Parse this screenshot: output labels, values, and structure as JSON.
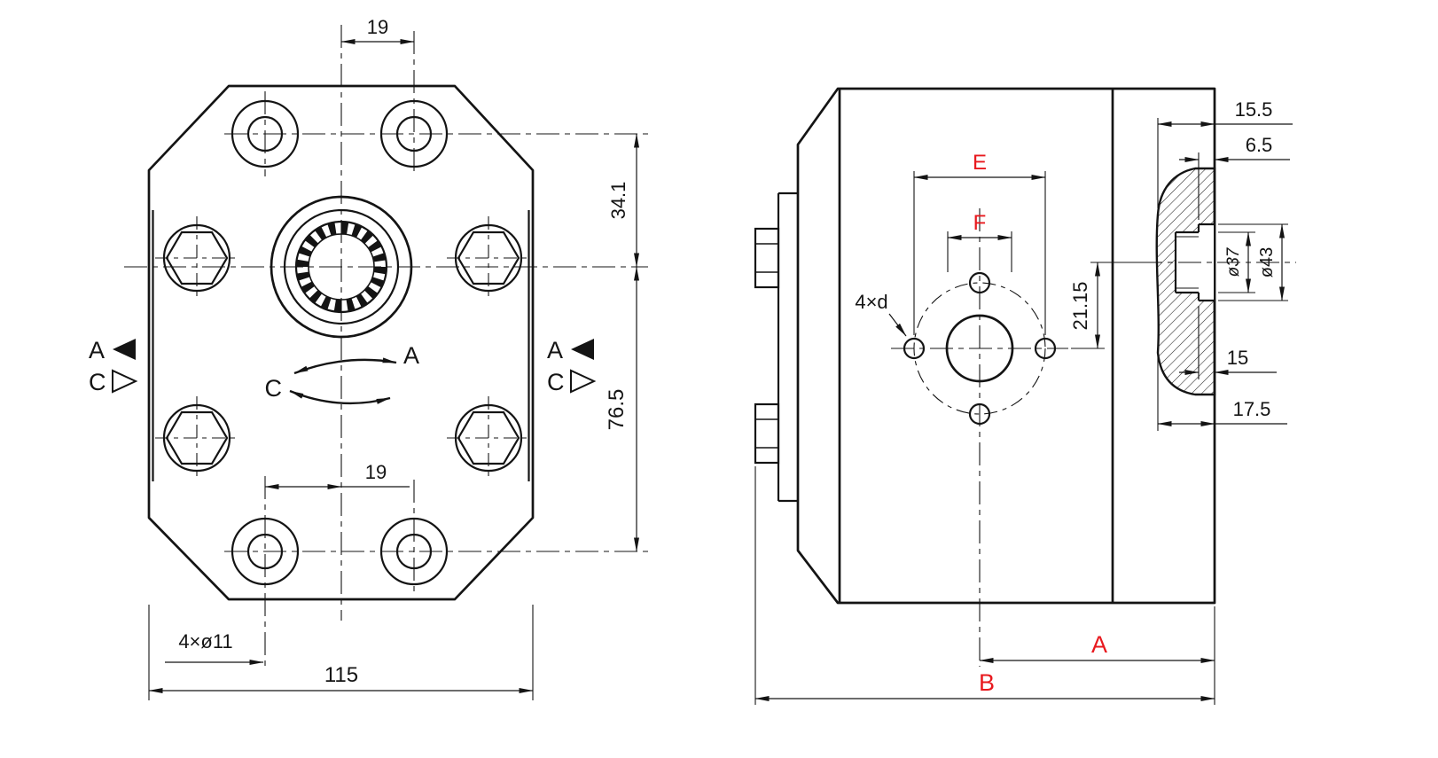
{
  "colors": {
    "accent": "#e8191e",
    "line": "#141414"
  },
  "front": {
    "dim_top_spacing": "19",
    "dim_upper_height": "34.1",
    "dim_lower_height": "76.5",
    "dim_lower_spacing": "19",
    "dim_mount_holes": "4×ø11",
    "dim_overall_width": "115",
    "marker_a": "A",
    "marker_c": "C",
    "rotation_cw": "A",
    "rotation_ccw": "C"
  },
  "side": {
    "dim_port_offset_depth": "15.5",
    "dim_counterbore_depth": "6.5",
    "dim_bolt_span_e": "E",
    "dim_bolt_span_f": "F",
    "label_holes": "4×d",
    "dim_port_height": "21.15",
    "dim_port_thread": "ø37",
    "dim_port_bore": "ø43",
    "dim_thread_depth": "15",
    "dim_port_face": "17.5",
    "dim_length_a": "A",
    "dim_length_b": "B"
  }
}
